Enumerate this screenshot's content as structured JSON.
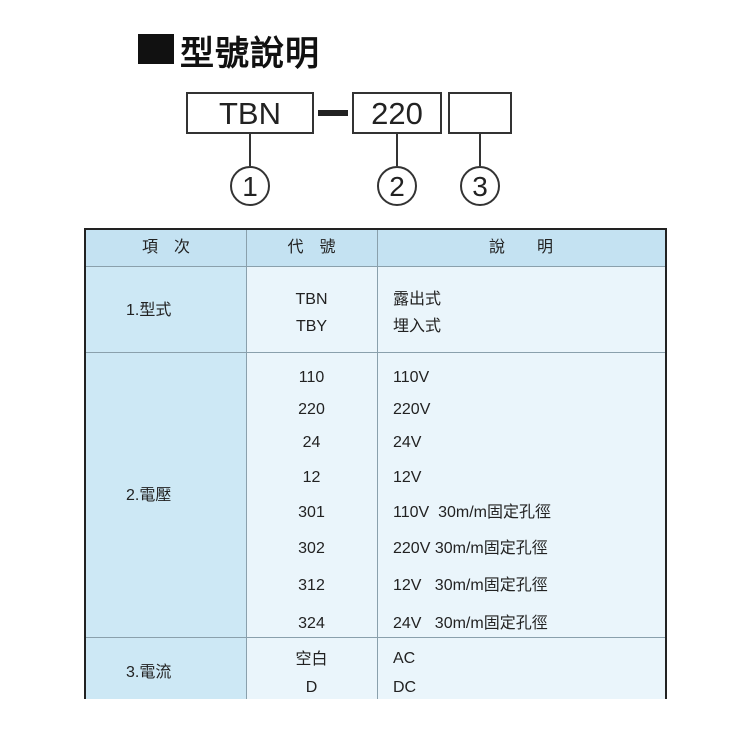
{
  "title": "型號說明",
  "model_code": {
    "box1": "TBN",
    "box2": "220",
    "box3": "",
    "markers": [
      "1",
      "2",
      "3"
    ]
  },
  "table": {
    "headers": [
      "項　次",
      "代　號",
      "說　　明"
    ],
    "groups": [
      {
        "item": "1.型式",
        "rows": [
          {
            "code": "TBN",
            "desc": "露出式"
          },
          {
            "code": "TBY",
            "desc": "埋入式"
          }
        ]
      },
      {
        "item": "2.電壓",
        "rows": [
          {
            "code": "110",
            "desc": "110V"
          },
          {
            "code": "220",
            "desc": "220V"
          },
          {
            "code": "24",
            "desc": "24V"
          },
          {
            "code": "12",
            "desc": "12V"
          },
          {
            "code": "301",
            "desc": "110V  30m/m固定孔徑"
          },
          {
            "code": "302",
            "desc": "220V 30m/m固定孔徑"
          },
          {
            "code": "312",
            "desc": "12V   30m/m固定孔徑"
          },
          {
            "code": "324",
            "desc": "24V   30m/m固定孔徑"
          }
        ]
      },
      {
        "item": "3.電流",
        "rows": [
          {
            "code": "空白",
            "desc": "AC"
          },
          {
            "code": "D",
            "desc": "DC"
          }
        ]
      }
    ]
  },
  "colors": {
    "item_column": "#cde8f5",
    "body": "#eaf5fb",
    "header": "#c4e2f2",
    "border": "#222222"
  }
}
